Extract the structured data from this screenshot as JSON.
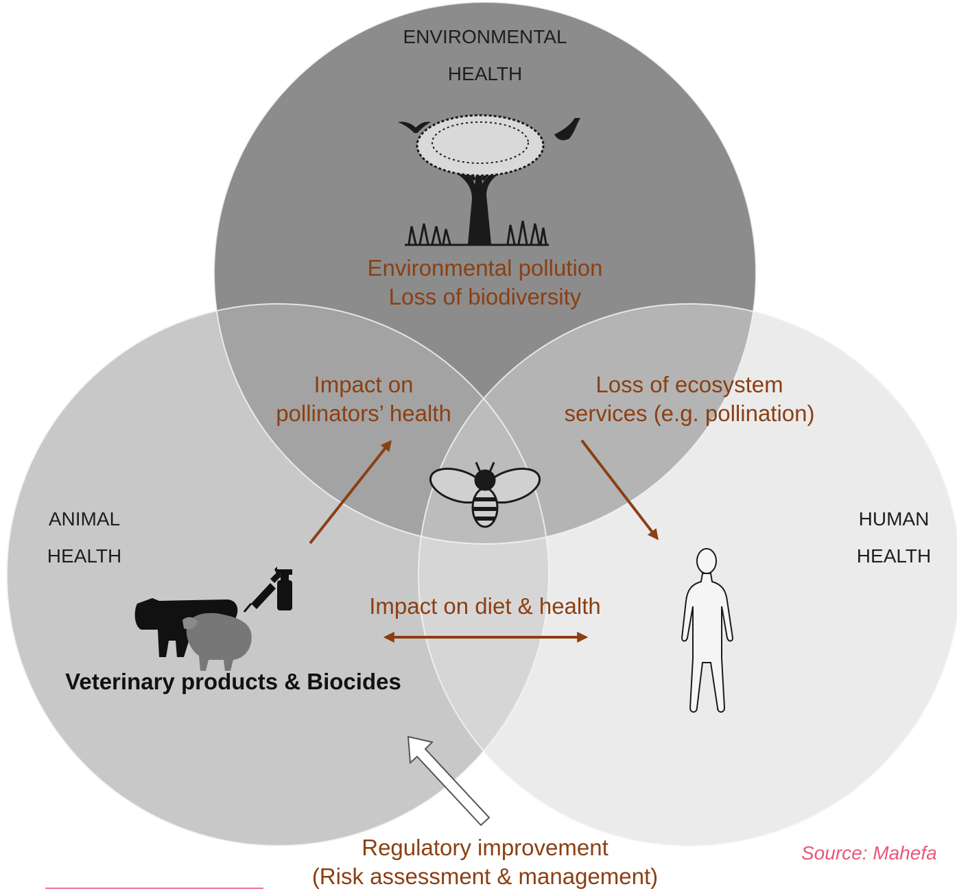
{
  "circles": {
    "environmental": {
      "title_line1": "ENVIRONMENTAL",
      "title_line2": "HEALTH",
      "fill": "#8c8c8c"
    },
    "animal": {
      "title_line1": "ANIMAL",
      "title_line2": "HEALTH",
      "fill": "#c8c8c8"
    },
    "human": {
      "title_line1": "HUMAN",
      "title_line2": "HEALTH",
      "fill": "#ebebeb"
    }
  },
  "effects": {
    "environmental_line1": "Environmental pollution",
    "environmental_line2": "Loss of biodiversity",
    "pollinators_line1": "Impact on",
    "pollinators_line2": "pollinators’ health",
    "ecosystem_line1": "Loss of ecosystem",
    "ecosystem_line2": "services (e.g. pollination)",
    "diet": "Impact on diet & health",
    "regulatory_line1": "Regulatory improvement",
    "regulatory_line2": "(Risk assessment & management)"
  },
  "central_label": "Veterinary products & Biocides",
  "source": "Source: Mahefa",
  "icons": [
    "tree-icon",
    "bird-icon",
    "bee-icon",
    "cow-icon",
    "sheep-icon",
    "syringe-icon",
    "spray-bottle-icon",
    "human-icon"
  ],
  "colors": {
    "effect_text": "#8b3f12",
    "arrow": "#8b3f12",
    "source_text": "#e8577a"
  }
}
